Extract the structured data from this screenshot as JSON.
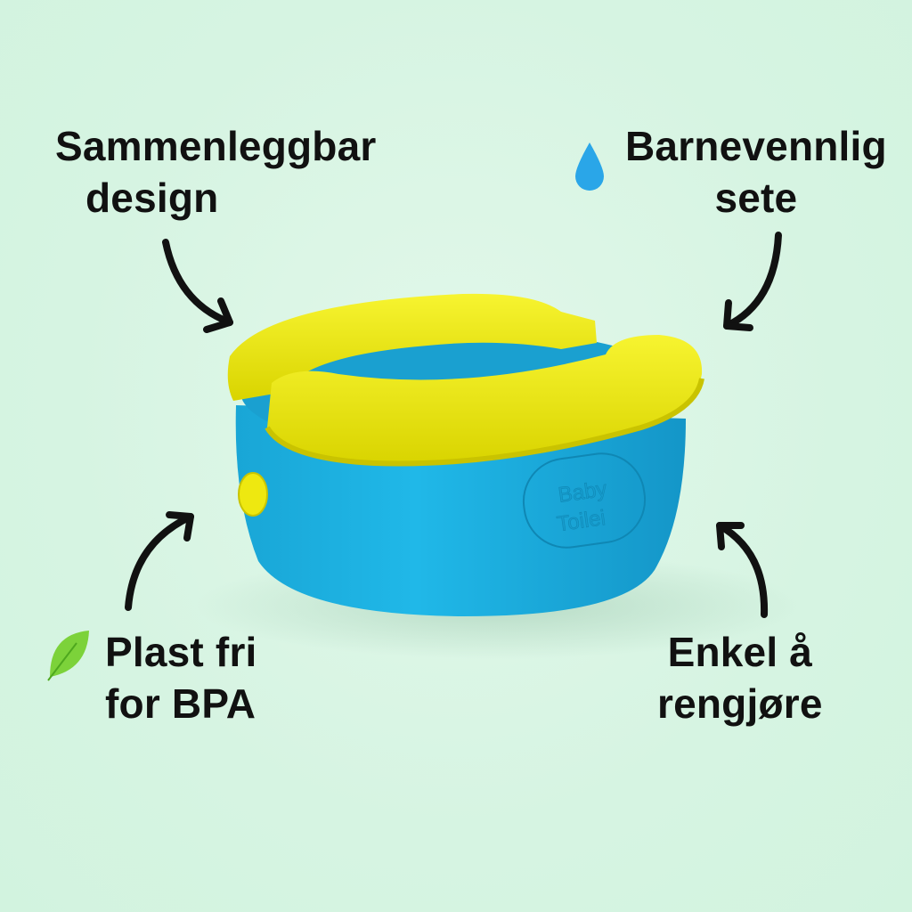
{
  "features": {
    "top_left": {
      "line1": "Sammenleggbar",
      "line2": "design"
    },
    "top_right": {
      "line1": "Barnevennlig",
      "line2": "sete",
      "icon": "water-drop-icon"
    },
    "bottom_left": {
      "line1": "Plast fri",
      "line2": "for BPA",
      "icon": "leaf-icon"
    },
    "bottom_right": {
      "line1": "Enkel å",
      "line2": "rengjøre"
    }
  },
  "product": {
    "emboss_line1": "Baby",
    "emboss_line2": "Toilei"
  },
  "colors": {
    "background": "#d6f4e2",
    "bowl": "#1ab0e0",
    "seat": "#eeea10",
    "text": "#111111"
  }
}
